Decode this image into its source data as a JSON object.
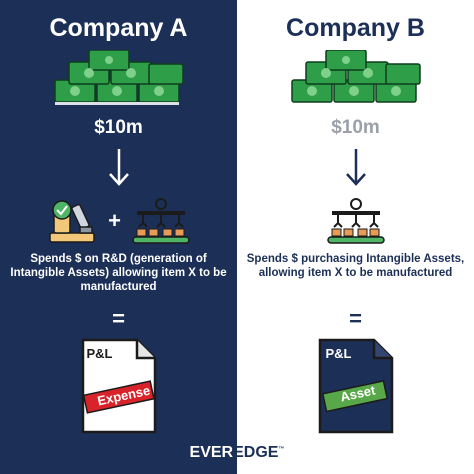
{
  "company_a": {
    "title": "Company A",
    "amount": "$10m",
    "description": "Spends $ on R&D (generation of Intangible Assets) allowing item X to be manufactured",
    "plus": "+",
    "equals": "=",
    "doc_header": "P&L",
    "doc_stamp": "Expense"
  },
  "company_b": {
    "title": "Company B",
    "amount": "$10m",
    "description": "Spends $ purchasing Intangible Assets, allowing item X to be manufactured",
    "equals": "=",
    "doc_header": "P&L",
    "doc_stamp": "Asset"
  },
  "brand": {
    "part1": "EVER",
    "part2": "EDGE",
    "tm": "™"
  },
  "colors": {
    "navy": "#1c2f57",
    "money_green": "#2e9e48",
    "expense_red": "#d9232a",
    "asset_green": "#58a84a"
  }
}
